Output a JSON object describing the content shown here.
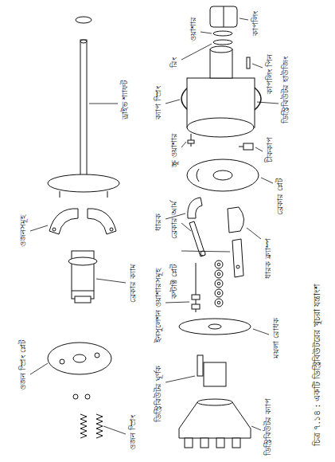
{
  "diagram": {
    "caption": "চিত্র ৭.১৪ : একটি ডিস্ট্রিবিউটরের খুচরা যন্ত্রাংশ",
    "labels": [
      "ওজন স্প্রিং প্লেট",
      "ওজনসমূহ",
      "ওজন স্প্রিং",
      "ব্রেকার ক্যাম",
      "ড্রাইভ শ্যাফট",
      "ডিস্ট্রিবিউটর ঘূর্ণক",
      "ইনসুলেশন ওয়াশারসমূহ",
      "ধারক",
      "ক্যাপ স্প্রিং",
      "কন্টাক্ট প্লেট",
      "ব্রেকার আর্ম",
      "স্ক্রু ওয়াশার",
      "রিং",
      "ওয়াশার",
      "ডিস্ট্রিবিউটর ক্যাপ",
      "ময়লা রোধক",
      "ধারক ক্ল্যাম্প",
      "ব্রেকার প্লেট",
      "চীককাপ",
      "কাপলিং পিন",
      "ডিস্ট্রিবিউটর হাউজিং",
      "কাপলিং"
    ]
  }
}
